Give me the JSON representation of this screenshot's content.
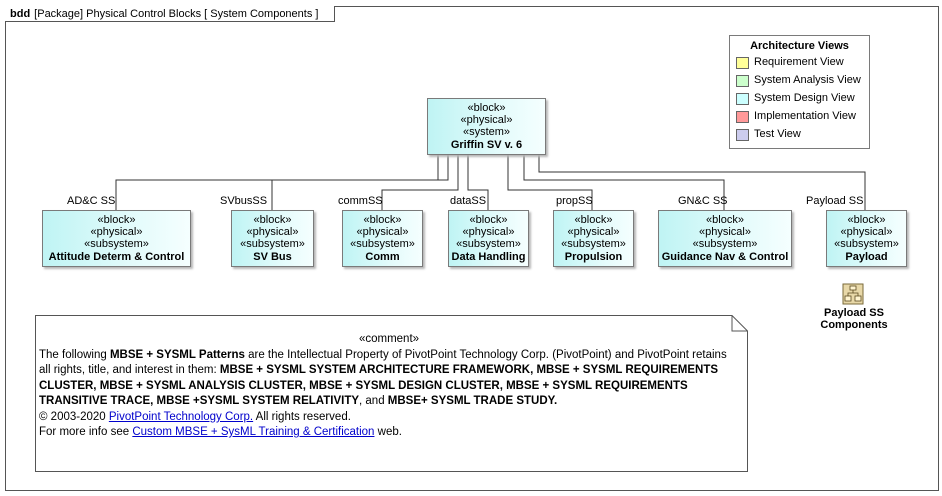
{
  "frame": {
    "kind": "bdd",
    "title": "[Package] Physical Control Blocks [ System Components ]"
  },
  "root": {
    "stereotypes": [
      "«block»",
      "«physical»",
      "«system»"
    ],
    "name": "Griffin SV v. 6"
  },
  "subsystems": [
    {
      "role": "AD&C SS",
      "stereotypes": [
        "«block»",
        "«physical»",
        "«subsystem»"
      ],
      "name": "Attitude Determ & Control"
    },
    {
      "role": "SVbusSS",
      "stereotypes": [
        "«block»",
        "«physical»",
        "«subsystem»"
      ],
      "name": "SV Bus"
    },
    {
      "role": "commSS",
      "stereotypes": [
        "«block»",
        "«physical»",
        "«subsystem»"
      ],
      "name": "Comm"
    },
    {
      "role": "dataSS",
      "stereotypes": [
        "«block»",
        "«physical»",
        "«subsystem»"
      ],
      "name": "Data Handling"
    },
    {
      "role": "propSS",
      "stereotypes": [
        "«block»",
        "«physical»",
        "«subsystem»"
      ],
      "name": "Propulsion"
    },
    {
      "role": "GN&C SS",
      "stereotypes": [
        "«block»",
        "«physical»",
        "«subsystem»"
      ],
      "name": "Guidance Nav & Control"
    },
    {
      "role": "Payload SS",
      "stereotypes": [
        "«block»",
        "«physical»",
        "«subsystem»"
      ],
      "name": "Payload"
    }
  ],
  "legend": {
    "title": "Architecture Views",
    "items": [
      {
        "label": "Requirement View",
        "color": "#ffff99"
      },
      {
        "label": "System Analysis View",
        "color": "#ccffcc"
      },
      {
        "label": "System Design View",
        "color": "#ccffff"
      },
      {
        "label": "Implementation View",
        "color": "#ff9999"
      },
      {
        "label": "Test View",
        "color": "#ccccee"
      }
    ]
  },
  "package": {
    "icon": "package-diagram-icon",
    "label_line1": "Payload SS",
    "label_line2": "Components"
  },
  "comment": {
    "stereotype": "«comment»",
    "p1_a": "The following ",
    "p1_b": "MBSE + SYSML Patterns",
    "p1_c": " are the Intellectual Property of PivotPoint Technology Corp. (PivotPoint) and PivotPoint retains all rights, title, and interest in them: ",
    "p1_d": "MBSE + SYSML SYSTEM ARCHITECTURE FRAMEWORK, MBSE + SYSML REQUIREMENTS CLUSTER, MBSE + SYSML ANALYSIS CLUSTER, MBSE + SYSML DESIGN CLUSTER, MBSE + SYSML REQUIREMENTS TRANSITIVE TRACE, MBSE +SYSML SYSTEM RELATIVITY",
    "p1_e": ", and ",
    "p1_f": "MBSE+ SYSML TRADE STUDY.",
    "p2_a": "© 2003-2020 ",
    "p2_link": "PivotPoint Technology Corp.",
    "p2_b": " All rights reserved.",
    "p3_a": "For more info see ",
    "p3_link": "Custom MBSE + SysML Training & Certification",
    "p3_b": " web."
  }
}
